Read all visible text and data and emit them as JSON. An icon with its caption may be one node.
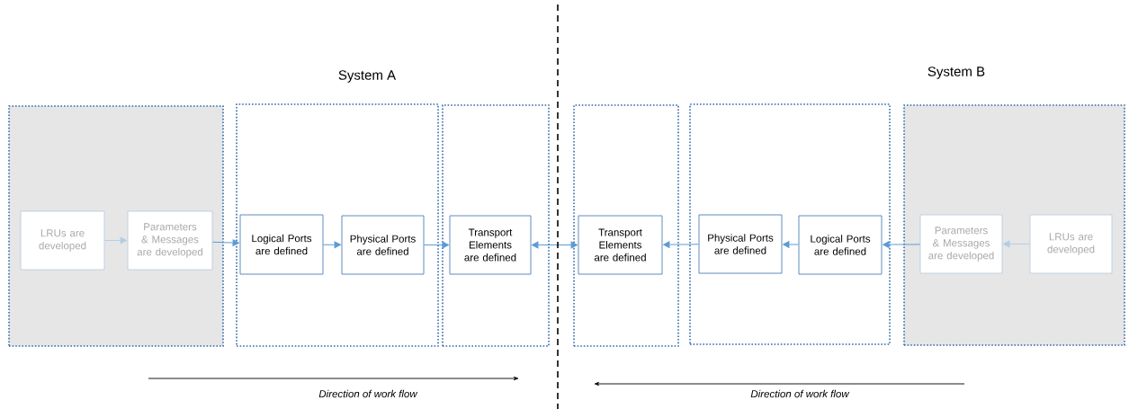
{
  "diagram": {
    "nodes": [
      {
        "text": [],
        "shape": "box"
      },
      {
        "text": [
          "LRUs are developed"
        ],
        "in": 0
      },
      {
        "text": [
          "Parameters & Messages are developed"
        ],
        "in": 0
      },
      {
        "text": [],
        "shape": "box"
      },
      {
        "text": [
          "Logical Ports are defined"
        ],
        "in": 3
      },
      {
        "text": [
          "Physical Ports are defined"
        ],
        "in": 3
      },
      {
        "text": [],
        "shape": "box"
      },
      {
        "text": [
          "Transport Elements are defined"
        ],
        "in": 6
      },
      {
        "text": [],
        "shape": "box"
      },
      {
        "text": [
          "Transport Elements are defined"
        ],
        "in": 8
      },
      {
        "text": [],
        "shape": "box"
      },
      {
        "text": [
          "Physical Ports are defined"
        ],
        "in": 10
      },
      {
        "text": [
          "Logical Ports are defined"
        ],
        "in": 10
      },
      {
        "text": [],
        "shape": "box"
      },
      {
        "text": [
          "Parameters & Messages are developed"
        ],
        "in": 13
      },
      {
        "text": [
          "LRUs are developed"
        ],
        "in": 13
      }
    ],
    "edges": [
      {
        "from": 1,
        "to": 2,
        "arrow": "to",
        "color": "#b4cde6"
      },
      {
        "from": 2,
        "to": 4,
        "arrow": "to"
      },
      {
        "from": 4,
        "to": 5,
        "arrow": "to"
      },
      {
        "from": 5,
        "to": 7,
        "arrow": "to"
      },
      {
        "from": 7,
        "to": 9,
        "arrow": "both"
      },
      {
        "from": 15,
        "to": 14,
        "arrow": "to",
        "color": "#b4cde6"
      },
      {
        "from": 14,
        "to": 12,
        "arrow": "to"
      },
      {
        "from": 12,
        "to": 11,
        "arrow": "to"
      },
      {
        "from": 11,
        "to": 9,
        "arrow": "to"
      }
    ],
    "labels": [
      "System A",
      "System B",
      "Direction of work flow",
      "Direction of work flow"
    ]
  }
}
